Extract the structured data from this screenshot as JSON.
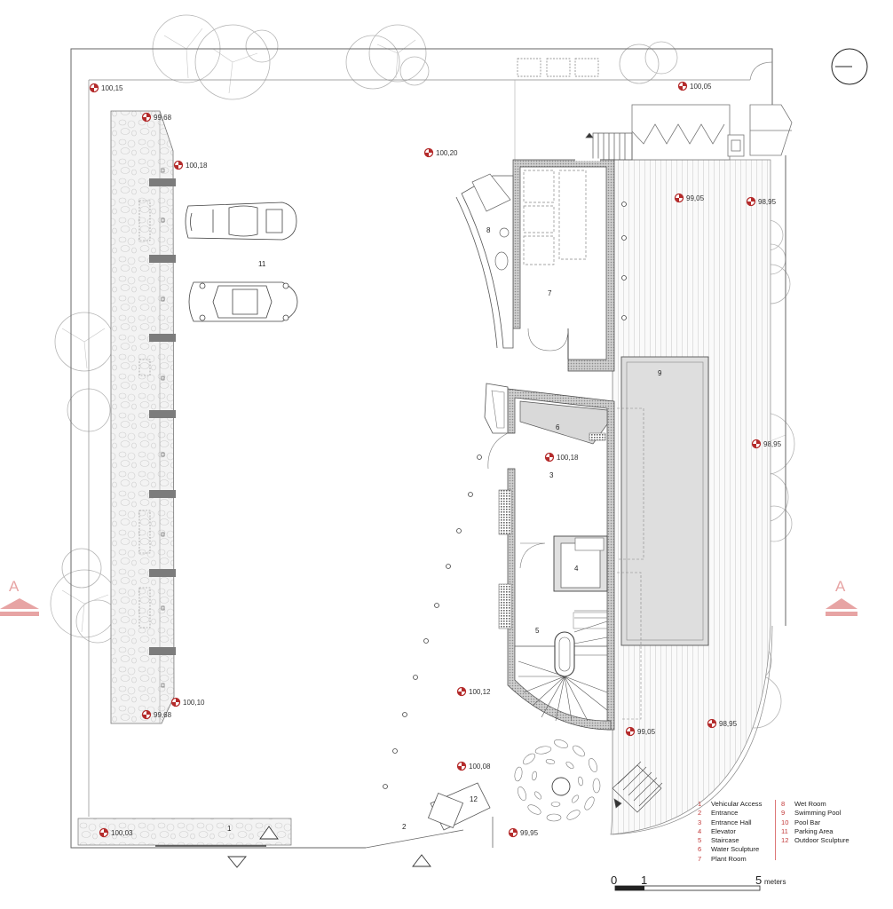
{
  "levels": [
    {
      "value": "100,15"
    },
    {
      "value": "99,68"
    },
    {
      "value": "100,18"
    },
    {
      "value": "100,20"
    },
    {
      "value": "100,05"
    },
    {
      "value": "99,05"
    },
    {
      "value": "98,95"
    },
    {
      "value": "100,18"
    },
    {
      "value": "98,95"
    },
    {
      "value": "100,12"
    },
    {
      "value": "100,10"
    },
    {
      "value": "99,68"
    },
    {
      "value": "99,05"
    },
    {
      "value": "98,95"
    },
    {
      "value": "100,08"
    },
    {
      "value": "100,03"
    },
    {
      "value": "99,95"
    }
  ],
  "room_numbers": [
    {
      "n": "1"
    },
    {
      "n": "2"
    },
    {
      "n": "3"
    },
    {
      "n": "4"
    },
    {
      "n": "5"
    },
    {
      "n": "6"
    },
    {
      "n": "7"
    },
    {
      "n": "8"
    },
    {
      "n": "9"
    },
    {
      "n": "11"
    },
    {
      "n": "12"
    }
  ],
  "section": {
    "left": "A",
    "right": "A",
    "color": "#e7a4a4"
  },
  "scale": {
    "zero": "0",
    "one": "1",
    "five": "5",
    "unit": "meters"
  },
  "legend": {
    "left": [
      {
        "n": "1",
        "label": "Vehicular Access"
      },
      {
        "n": "2",
        "label": "Entrance"
      },
      {
        "n": "3",
        "label": "Entrance Hall"
      },
      {
        "n": "4",
        "label": "Elevator"
      },
      {
        "n": "5",
        "label": "Staircase"
      },
      {
        "n": "6",
        "label": "Water Sculpture"
      },
      {
        "n": "7",
        "label": "Plant Room"
      }
    ],
    "right": [
      {
        "n": "8",
        "label": "Wet Room"
      },
      {
        "n": "9",
        "label": "Swimming Pool"
      },
      {
        "n": "10",
        "label": "Pool Bar"
      },
      {
        "n": "11",
        "label": "Parking Area"
      },
      {
        "n": "12",
        "label": "Outdoor Sculpture"
      }
    ]
  },
  "colors": {
    "line": "#666666",
    "wall": "#555555",
    "marker": "#b42b2b",
    "number": "#c23a3a"
  }
}
